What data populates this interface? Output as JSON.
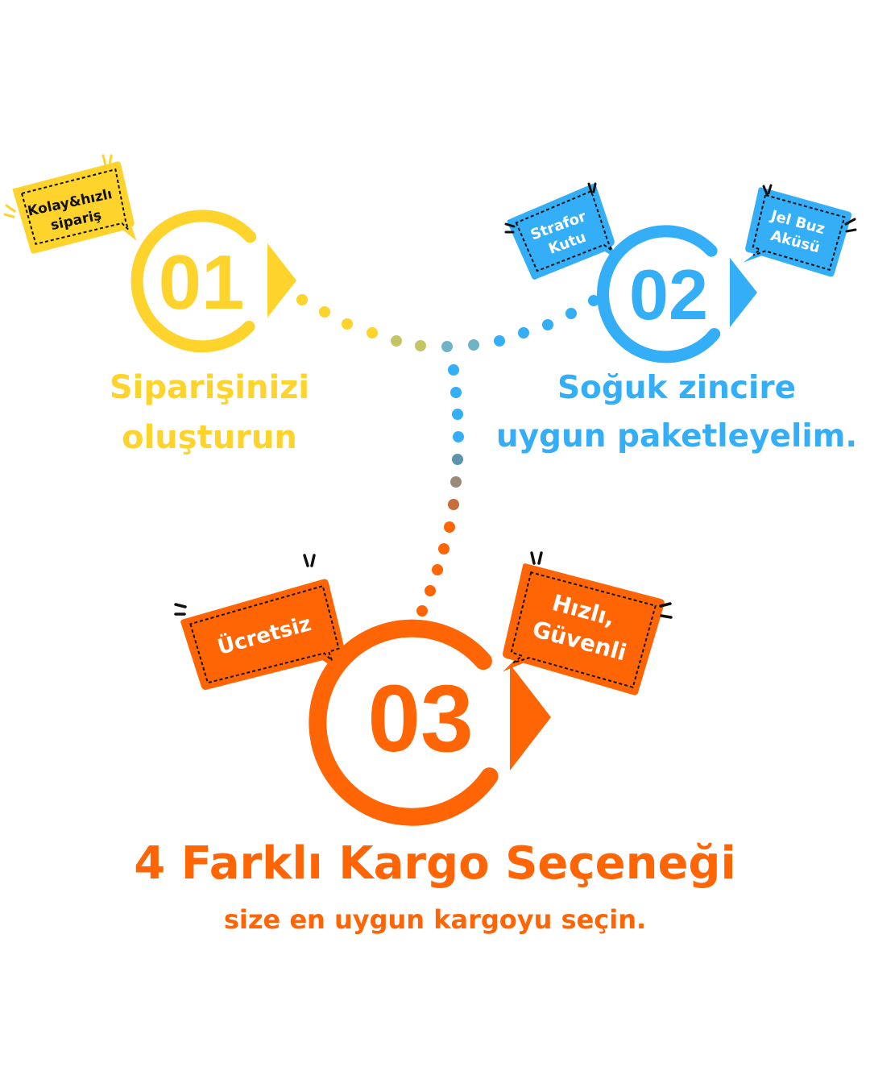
{
  "colors": {
    "yellow": "#FDD32C",
    "blue": "#35AEF8",
    "orange": "#FF6505",
    "dark": "#111111",
    "dot_mix1": "#C4C665",
    "dot_mix2": "#6FB4C6",
    "dot_mix3": "#5E93AE",
    "dot_mix4": "#9A8A7A",
    "dot_mix5": "#C86E3A"
  },
  "steps": [
    {
      "number": "01",
      "caption_line1": "Siparişinizi",
      "caption_line2": "oluşturun",
      "tags": [
        {
          "line1": "Kolay&hızlı",
          "line2": "sipariş"
        }
      ]
    },
    {
      "number": "02",
      "caption_line1": "Soğuk zincire",
      "caption_line2": "uygun paketleyelim.",
      "tags": [
        {
          "line1": "Strafor",
          "line2": "Kutu"
        },
        {
          "line1": "Jel Buz",
          "line2": "Aküsü"
        }
      ]
    },
    {
      "number": "03",
      "title": "4 Farklı Kargo Seçeneği",
      "subtitle": "size en uygun kargoyu seçin.",
      "tags": [
        {
          "line1": "Ücretsiz",
          "line2": ""
        },
        {
          "line1": "Hızlı,",
          "line2": "Güvenli"
        }
      ]
    }
  ]
}
